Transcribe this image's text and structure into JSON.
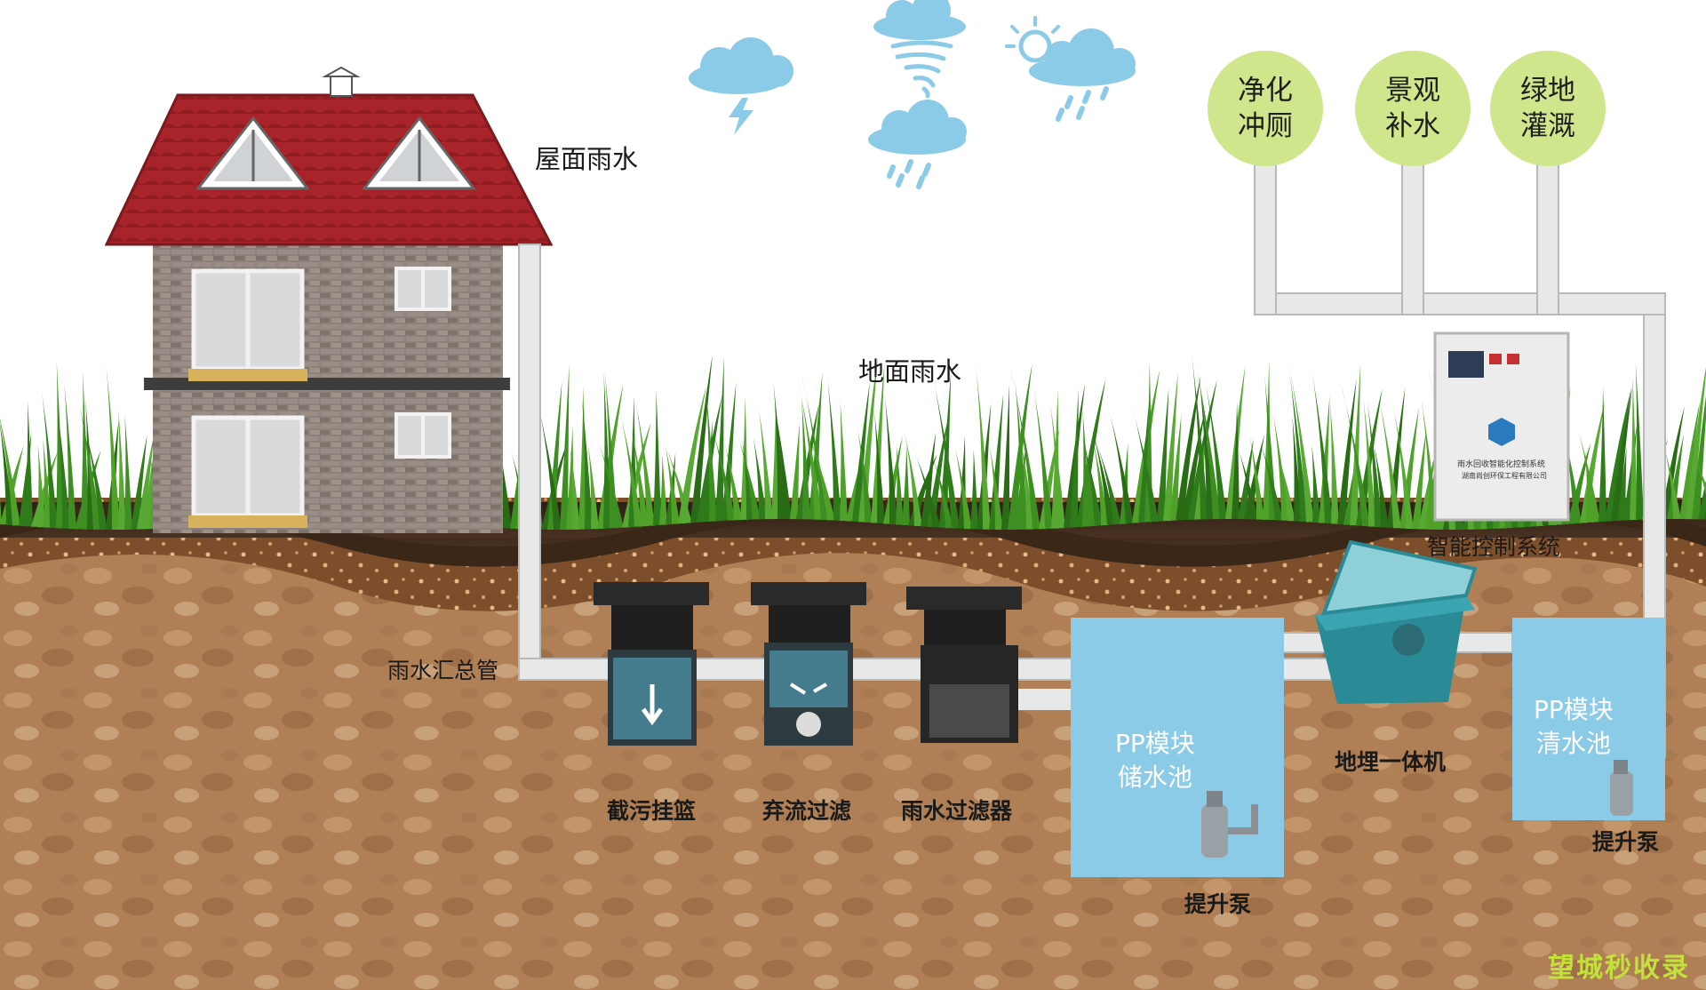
{
  "labels": {
    "roof_rainwater": "屋面雨水",
    "ground_rainwater": "地面雨水",
    "main_pipe": "雨水汇总管",
    "smart_control": "智能控制系统",
    "dirt_basket": "截污挂篮",
    "diversion_filter": "弃流过滤",
    "rain_filter": "雨水过滤器",
    "pp_storage": "PP模块\n储水池",
    "buried_unit": "地埋一体机",
    "pp_clear": "PP模块\n清水池",
    "pump_left": "提升泵",
    "pump_right": "提升泵",
    "cabinet_text": "雨水回收智能化控制系统",
    "cabinet_company": "湖南尚创环保工程有限公司"
  },
  "uses": [
    {
      "text": "净化\n冲厕"
    },
    {
      "text": "景观\n补水"
    },
    {
      "text": "绿地\n灌溉"
    }
  ],
  "watermark": "望城秒收录",
  "colors": {
    "sky": "#ffffff",
    "cloud": "#8ccbe8",
    "roof": "#a8242a",
    "wall": "#8a7d78",
    "grass": "#3e8a1f",
    "soil_top": "#3a2a1e",
    "soil_mid": "#8a5a34",
    "soil_low": "#b8865c",
    "pipe": "#e6e6e6",
    "tank": "#8ccbe8",
    "circle": "#cfe68c"
  }
}
